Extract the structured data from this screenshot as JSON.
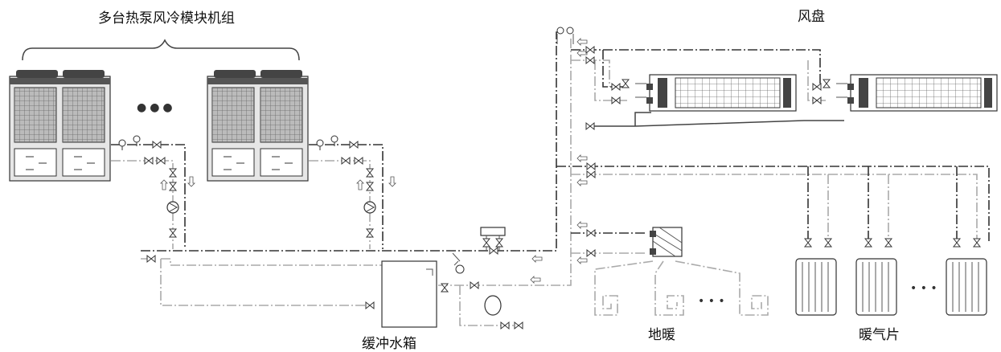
{
  "labels": {
    "heat_pump_units": "多台热泵风冷模块机组",
    "fan_coil": "风盘",
    "buffer_tank": "缓冲水箱",
    "floor_heating": "地暖",
    "radiators": "暖气片"
  },
  "ellipses": {
    "units": "●●●",
    "floor": "• • •",
    "radiators": "• • •"
  },
  "colors": {
    "supply_pipe": "#333333",
    "return_pipe": "#aaaaaa",
    "unit_fill": "#e6e6e6",
    "coil_grid": "#666666"
  }
}
